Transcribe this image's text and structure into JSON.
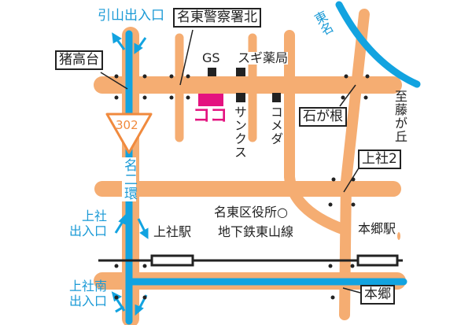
{
  "colors": {
    "road": "#f5ad72",
    "expressway": "#12a3e0",
    "railway": "#222222",
    "highlight": "#e4127f",
    "landmark": "#222222"
  },
  "expressway_labels": {
    "hikiyama_exit": "引山出入口",
    "tomei": "東名",
    "meinikan": "名二環",
    "kamiyashiro_exit": "上社\n出入口",
    "kamiyashiro_minami_exit": "上社南\n出入口"
  },
  "intersections": {
    "inotakadai": "猪高台",
    "meito_police_north": "名東警察署北",
    "ishigane": "石が根",
    "kamiyashiro2": "上社2",
    "hongo": "本郷"
  },
  "route_sign": "302",
  "landmarks": {
    "gs": "GS",
    "sugi": "スギ薬局",
    "sunkus": "サンクス",
    "komeda": "コメダ",
    "here": "ココ",
    "ward_office": "名東区役所○",
    "subway": "地下鉄東山線"
  },
  "stations": {
    "kamiyashiro": "上社駅",
    "hongo": "本郷駅"
  },
  "direction": "至藤が丘"
}
